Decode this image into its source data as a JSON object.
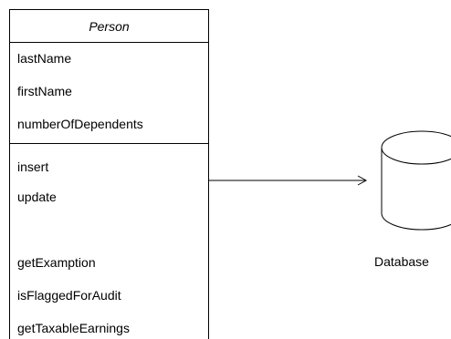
{
  "class": {
    "name": "Person",
    "attributes": [
      "lastName",
      "firstName",
      "numberOfDependents"
    ],
    "operations": [
      "insert",
      "update",
      "",
      "getExamption",
      "isFlaggedForAudit",
      "getTaxableEarnings"
    ]
  },
  "database": {
    "label": "Database"
  }
}
